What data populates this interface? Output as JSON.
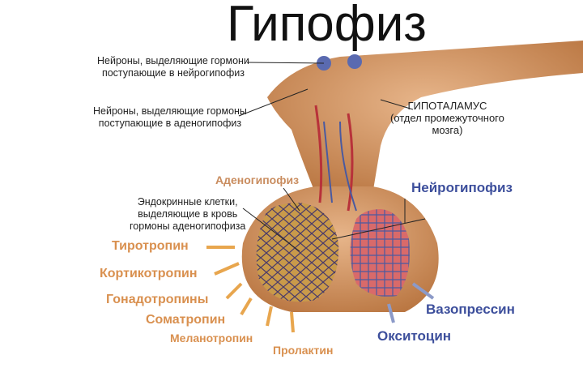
{
  "title": "Гипофиз",
  "labels": {
    "neurons_neuro": [
      "Нейроны, выделяющие гормони",
      "поступающие в нейрогипофиз"
    ],
    "neurons_adeno": [
      "Нейроны, выделяющие гормоны",
      "поступающие в аденогипофиз"
    ],
    "hypothalamus": [
      "ГИПОТАЛАМУС",
      "(отдел промежуточного",
      "мозга)"
    ],
    "adenohypophysis": "Аденогипофиз",
    "neurohypophysis": "Нейрогипофиз",
    "endocrine": [
      "Эндокринные клетки,",
      "выделяющие в кровь",
      "гормоны аденогипофиза"
    ]
  },
  "adeno_hormones": [
    "Тиротропин",
    "Кортикотропин",
    "Гонадотропины",
    "Соматропин",
    "Меланотропин",
    "Пролактин"
  ],
  "neuro_hormones": [
    "Вазопрессин",
    "Окситоцин"
  ],
  "colors": {
    "adeno": "#d9904f",
    "neuro": "#3d4f9c",
    "tissue": "#c98c5e"
  }
}
